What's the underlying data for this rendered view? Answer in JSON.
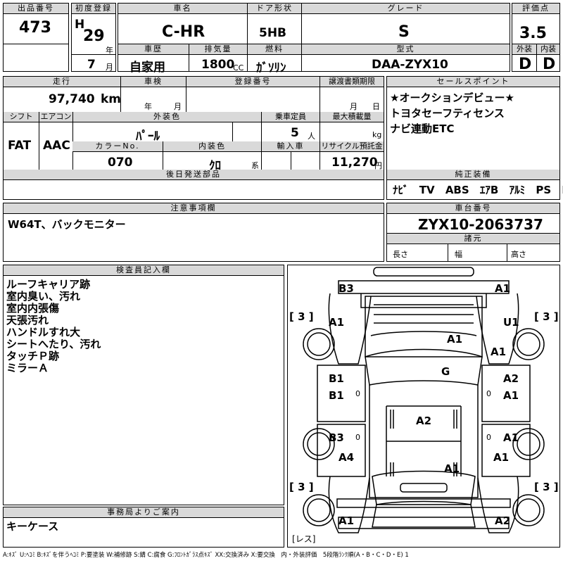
{
  "header": {
    "lot_no_label": "出品番号",
    "lot_no": "473",
    "first_reg_label": "初度登録",
    "era": "H",
    "year": "29",
    "year_unit": "年",
    "month": "7",
    "month_unit": "月",
    "car_name_label": "車名",
    "car_name": "C-HR",
    "door_label": "ドア形状",
    "door": "5HB",
    "grade_label": "グレード",
    "grade": "S",
    "score_label": "評価点",
    "score": "3.5",
    "history_label": "車歴",
    "history": "自家用",
    "displacement_label": "排気量",
    "displacement": "1800",
    "displacement_unit": "CC",
    "fuel_label": "燃料",
    "fuel": "ｶﾞｿﾘﾝ",
    "model_label": "型式",
    "model": "DAA-ZYX10",
    "exterior_label": "外装",
    "exterior": "D",
    "interior_label": "内装",
    "interior": "D"
  },
  "spec": {
    "mileage_label": "走行",
    "mileage": "97,740",
    "mileage_unit": "km",
    "inspection_label": "車検",
    "inspection_year_unit": "年",
    "inspection_month_unit": "月",
    "reg_no_label": "登録番号",
    "transfer_label": "譲渡書類期限",
    "transfer_month_unit": "月",
    "transfer_day_unit": "日",
    "shift_label": "シフト",
    "shift": "FAT",
    "ac_label": "エアコン",
    "ac": "AAC",
    "ext_color_label": "外装色",
    "ext_color": "ﾊﾟｰﾙ",
    "capacity_label": "乗車定員",
    "capacity": "5",
    "capacity_unit": "人",
    "max_load_label": "最大積載量",
    "max_load_unit": "kg",
    "color_no_label": "カラーNo.",
    "color_no": "070",
    "int_color_label": "内装色",
    "int_color": "ｸﾛ",
    "int_color_unit": "系",
    "import_label": "輸入車",
    "recycle_label": "リサイクル預託金",
    "recycle": "11,270",
    "recycle_unit": "円",
    "later_parts_label": "後日発送部品"
  },
  "sales_points": {
    "label": "セールスポイント",
    "lines": [
      "★オークションデビュー★",
      "トヨタセーフティセンス",
      "ナビ連動ETC"
    ]
  },
  "equipment": {
    "label": "純正装備",
    "items": [
      "ﾅﾋﾞ",
      "TV",
      "ABS",
      "ｴｱB",
      "ｱﾙﾐ",
      "PS",
      "PW"
    ]
  },
  "caution": {
    "label": "注意事項欄",
    "text": "W64T、バックモニター"
  },
  "chassis": {
    "label": "車台番号",
    "number": "ZYX10-2063737",
    "spec_label": "諸元",
    "length_label": "長さ",
    "width_label": "幅",
    "height_label": "高さ"
  },
  "inspector": {
    "label": "検査員記入欄",
    "lines": [
      "ルーフキャリア跡",
      "室内臭い、汚れ",
      "室内内張傷",
      "天張汚れ",
      "ハンドルすれ大",
      "シートへたり、汚れ",
      "タッチＰ跡",
      "ミラーＡ"
    ]
  },
  "office": {
    "label": "事務局よりご案内",
    "text": "キーケース"
  },
  "diagram": {
    "marks": [
      "B3",
      "A1",
      "A1",
      "U1",
      "A1",
      "A1",
      "G",
      "A2",
      "A1",
      "B1",
      "B1",
      "A2",
      "B3",
      "A1",
      "A4",
      "A1",
      "A1",
      "A1",
      "A2"
    ],
    "tires": [
      "3",
      "3",
      "3",
      "3"
    ],
    "zeros": [
      "0",
      "0",
      "0",
      "0"
    ],
    "les": "レス"
  },
  "legend": "A:ｷｽﾞ U:ﾍｺﾐ B:ｷｽﾞを伴うﾍｺﾐ P:要塗装 W:補修跡 S:錆 C:腐食 G:ﾌﾛﾝﾄｶﾞﾗｽ点ｷｽﾞ XX:交換済み X:要交換　内・外装評価　5段階ﾗﾝｸ順(A・B・C・D・E) 1"
}
